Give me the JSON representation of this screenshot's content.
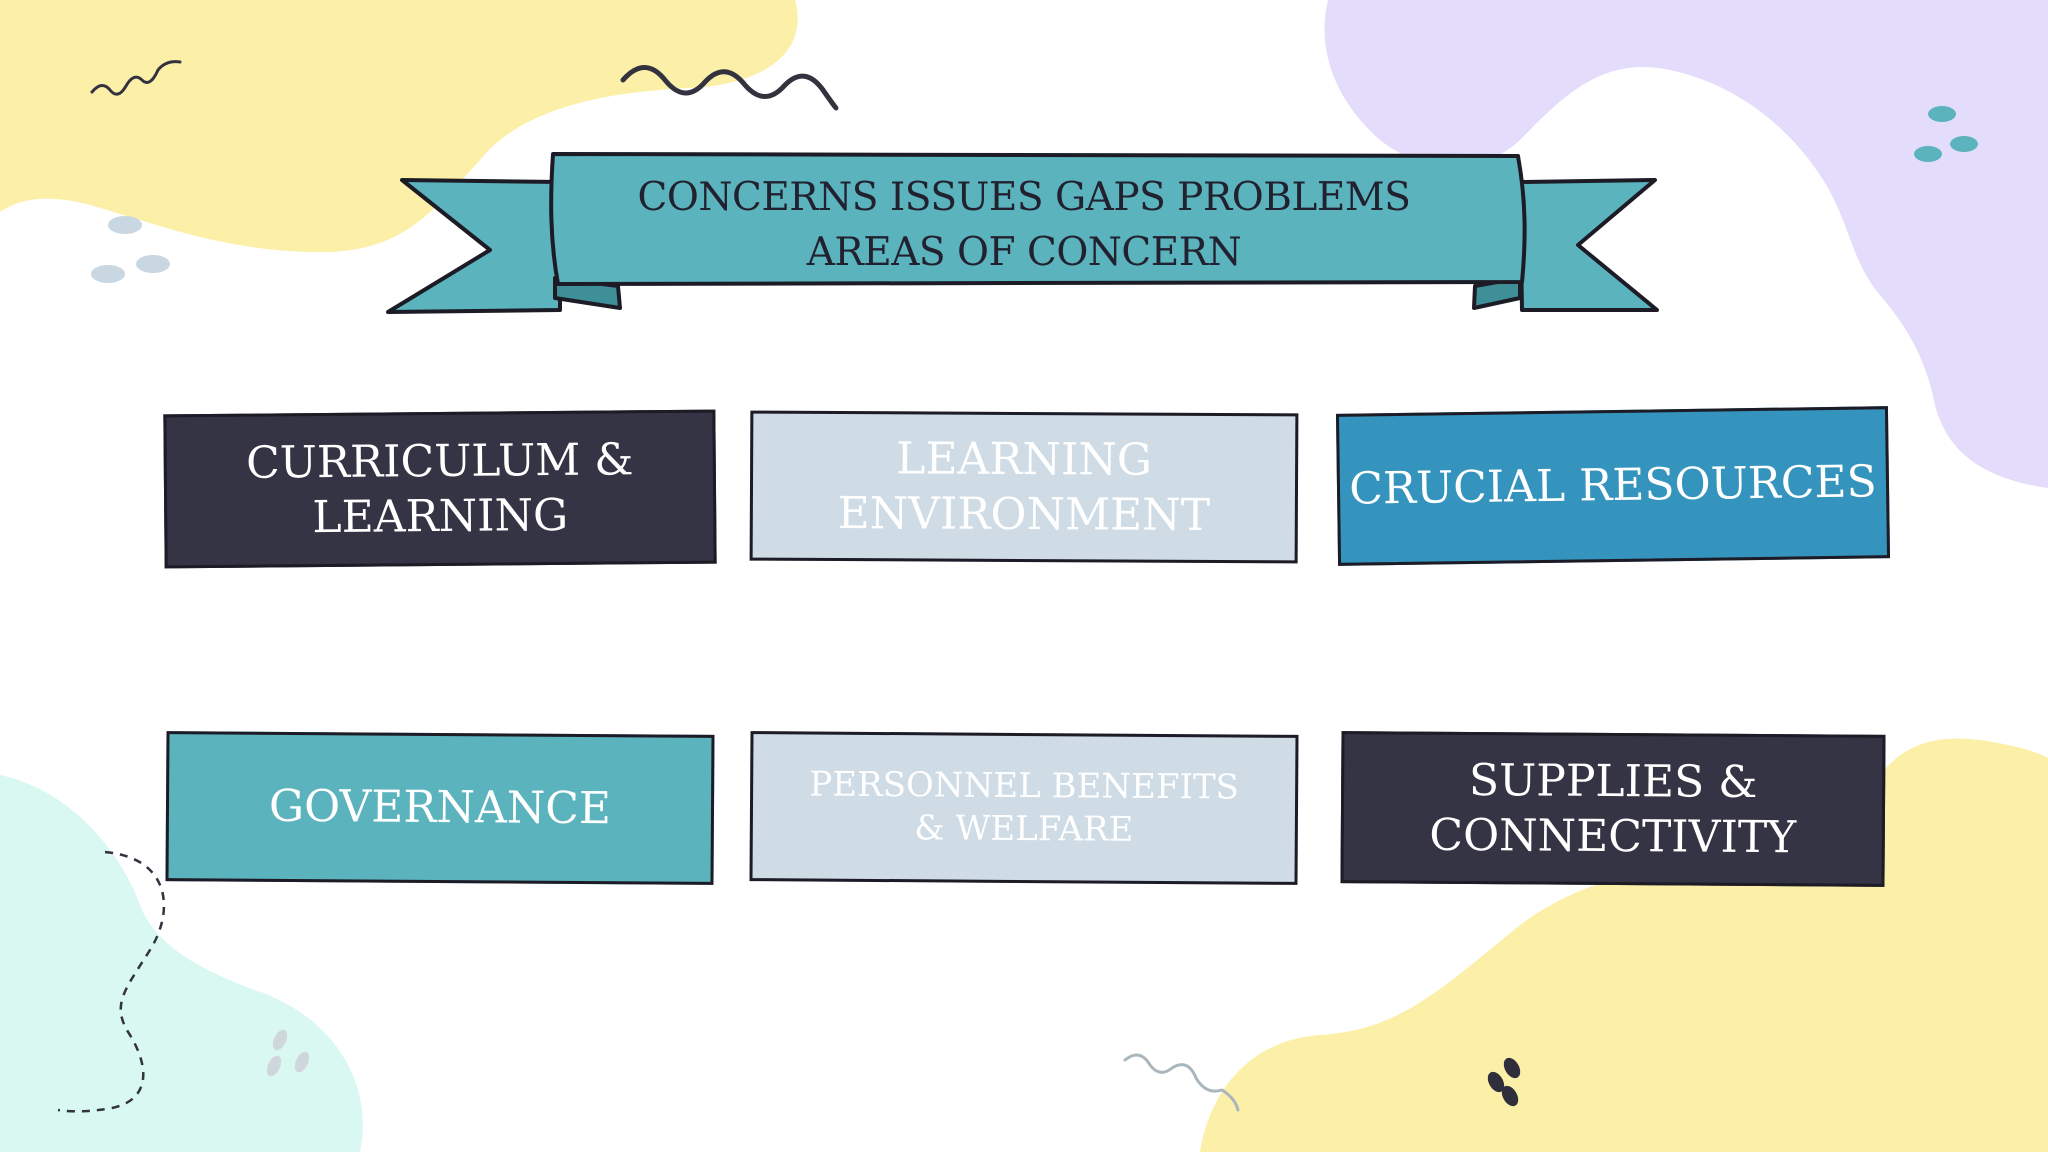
{
  "banner": {
    "line1": "CONCERNS ISSUES GAPS PROBLEMS",
    "line2": "AREAS OF CONCERN"
  },
  "cards": {
    "curriculum": "CURRICULUM & LEARNING",
    "environment": "LEARNING ENVIRONMENT",
    "resources": "CRUCIAL RESOURCES",
    "governance": "GOVERNANCE",
    "personnel": "PERSONNEL BENEFITS & WELFARE",
    "supplies": "SUPPLIES & CONNECTIVITY"
  },
  "colors": {
    "dark_navy": "#353444",
    "light_blue_gray": "#cfdce6",
    "teal": "#5bb3bd",
    "ocean_blue": "#3494bd",
    "blob_yellow": "#fcf0a8",
    "blob_lavender": "#e4dcfb",
    "blob_mint": "#d9f8f2"
  }
}
